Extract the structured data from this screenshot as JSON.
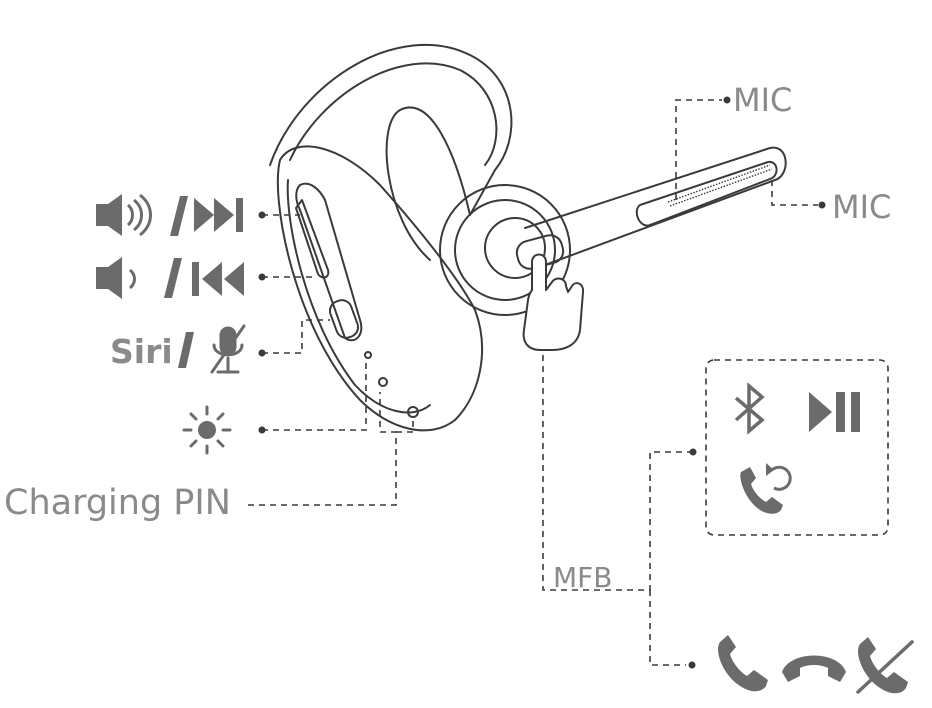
{
  "labels": {
    "mic_top": "MIC",
    "mic_right": "MIC",
    "siri": "Siri",
    "slash": "/",
    "charging_pin": "Charging PIN",
    "mfb": "MFB"
  },
  "icons": [
    "volume-up-icon",
    "next-track-icon",
    "volume-down-icon",
    "previous-track-icon",
    "siri-slash",
    "mic-mute-icon",
    "led-light-icon",
    "bluetooth-icon",
    "play-pause-icon",
    "switch-call-icon",
    "answer-call-icon",
    "end-call-icon",
    "reject-call-icon",
    "finger-press-icon"
  ],
  "colors": {
    "line": "#3a3a3a",
    "icon": "#6b6b6b",
    "text": "#8a8a8a"
  }
}
